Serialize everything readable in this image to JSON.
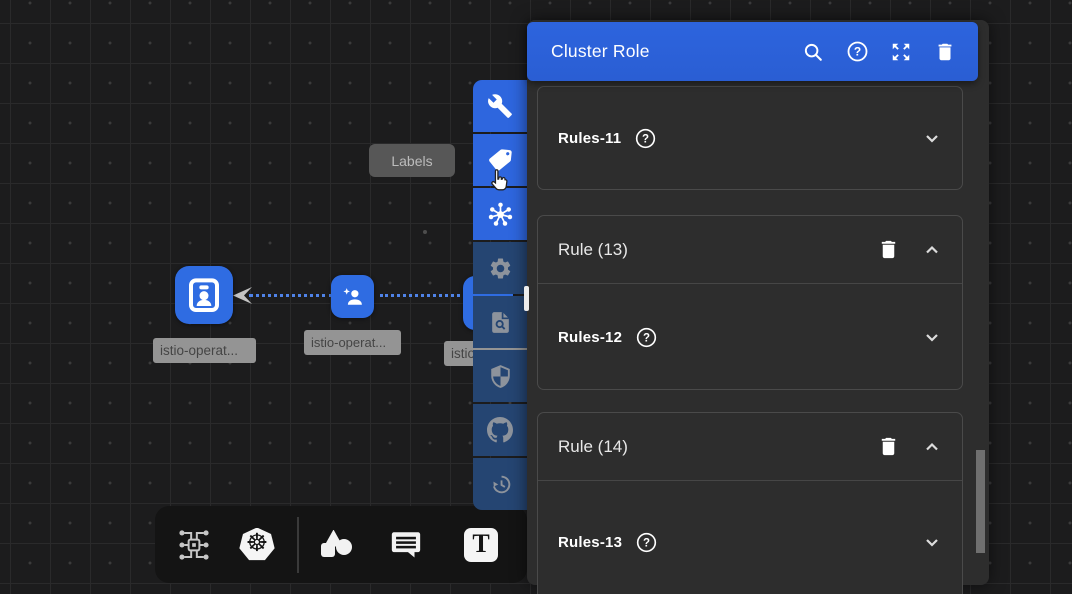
{
  "panel": {
    "title": "Cluster Role",
    "header_icons": [
      "search",
      "help",
      "fullscreen",
      "delete"
    ],
    "sections": [
      {
        "kind": "accordion",
        "label": "Rules-11"
      },
      {
        "kind": "rule",
        "title": "Rule (13)",
        "label": "Rules-12"
      },
      {
        "kind": "rule",
        "title": "Rule (14)",
        "label": "Rules-13"
      }
    ]
  },
  "tooltip": {
    "label": "Labels"
  },
  "canvas": {
    "nodes": [
      {
        "label": "istio-operat..."
      },
      {
        "label": "istio-operat..."
      },
      {
        "label": "istio"
      }
    ]
  },
  "vertical_toolbar": {
    "items": [
      "tools",
      "labels",
      "hub",
      "settings",
      "doc-search",
      "shield",
      "github",
      "history"
    ]
  },
  "bottom_toolbar": {
    "items": [
      "network",
      "kubernetes",
      "shapes",
      "comment",
      "text"
    ],
    "kubernetes_glyph": "☸",
    "text_glyph": "T"
  },
  "colors": {
    "header_blue": "#2b61d8",
    "tile_blue": "#2e66de",
    "tile_dark_blue": "#254572",
    "node_blue": "#2f6ce2",
    "edge_blue": "#4f83e8",
    "panel_bg": "#2d2d2d"
  }
}
